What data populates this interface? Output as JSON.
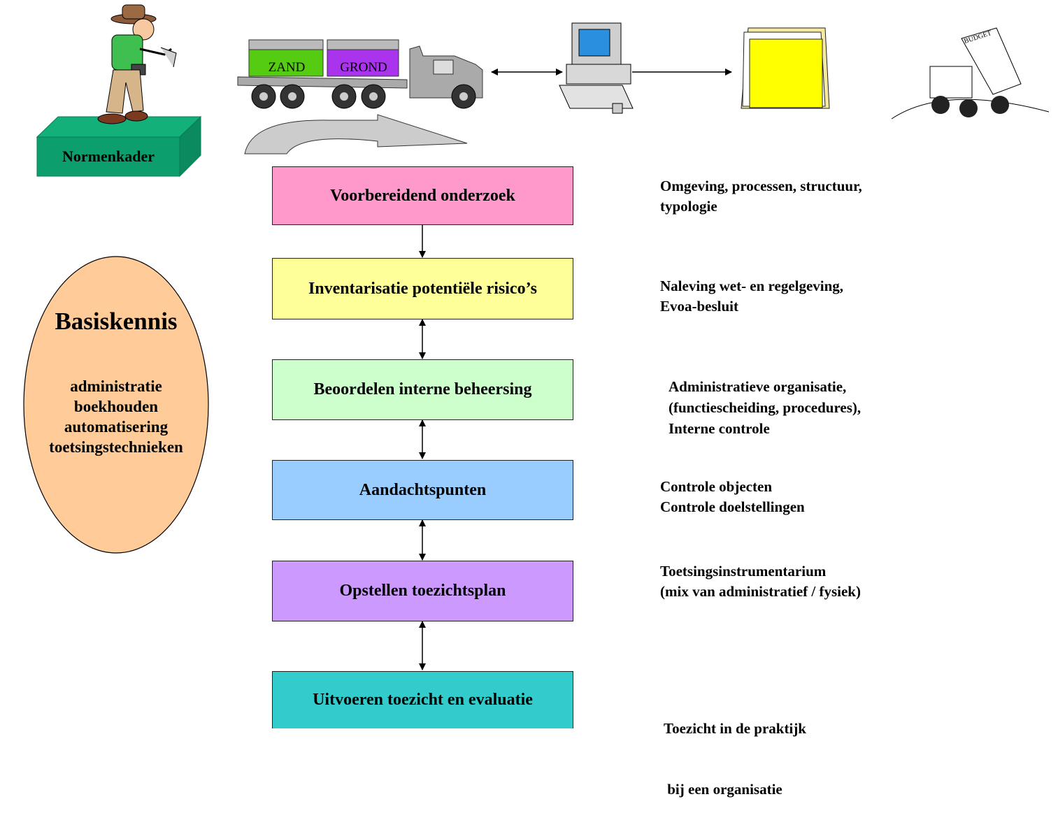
{
  "normenkader": {
    "label": "Normenkader"
  },
  "truck": {
    "container_left": "ZAND",
    "container_right": "GROND"
  },
  "clipart": {
    "budget_sign": "BUDGET"
  },
  "basiskennis": {
    "title": "Basiskennis",
    "items": [
      "administratie",
      "boekhouden",
      "automatisering",
      "toetsingstechnieken"
    ]
  },
  "steps": [
    {
      "label": "Voorbereidend onderzoek",
      "color": "#FF99CC",
      "notes": [
        "Omgeving, processen, structuur,",
        "typologie"
      ]
    },
    {
      "label": "Inventarisatie potentiële risico’s",
      "color": "#FFFF99",
      "notes": [
        "Naleving wet- en regelgeving,",
        "Evoa-besluit"
      ]
    },
    {
      "label": "Beoordelen interne beheersing",
      "color": "#CCFFCC",
      "notes": [
        "Administratieve organisatie,",
        "(functiescheiding, procedures),",
        "Interne controle"
      ]
    },
    {
      "label": "Aandachtspunten",
      "color": "#99CCFF",
      "notes": [
        "Controle objecten",
        "Controle doelstellingen"
      ]
    },
    {
      "label": "Opstellen toezichtsplan",
      "color": "#CC99FF",
      "notes": [
        "Toetsingsinstrumentarium",
        "(mix van administratief / fysiek)"
      ]
    },
    {
      "label": "Uitvoeren toezicht en evaluatie",
      "color": "#33CCCC",
      "notes": [
        "Toezicht in de praktijk",
        " bij een organisatie"
      ]
    }
  ],
  "colors": {
    "normenkader_face": "#0D9E6E",
    "normenkader_top": "#13B07A",
    "basiskennis_fill": "#FFCC99"
  }
}
